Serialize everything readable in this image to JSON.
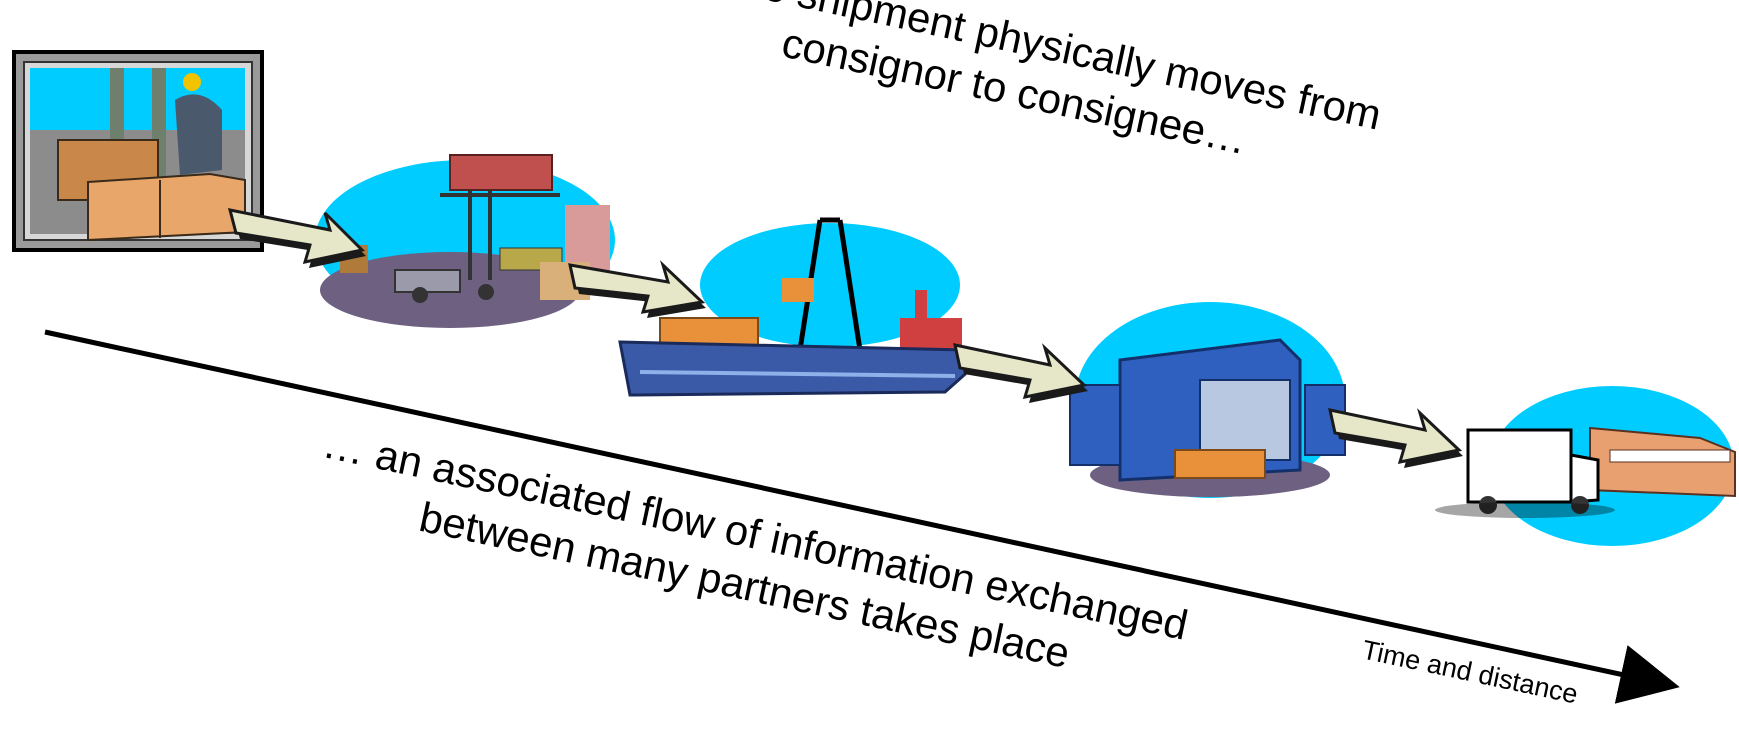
{
  "captions": {
    "top_line1": "As the shipment physically moves from",
    "top_line2": "consignor to consignee…",
    "bottom_line1": "… an associated flow of information exchanged",
    "bottom_line2": "between many partners takes place",
    "axis_label": "Time and distance"
  },
  "stages": [
    {
      "icon": "warehouse-loading-icon"
    },
    {
      "icon": "container-terminal-forklift-icon"
    },
    {
      "icon": "cargo-ship-icon"
    },
    {
      "icon": "distribution-warehouse-icon"
    },
    {
      "icon": "delivery-truck-icon"
    }
  ],
  "colors": {
    "sky": "#00ccff",
    "arrow_fill": "#e6e6c8",
    "arrow_shadow": "#1a1a1a",
    "ground": "#6d6080",
    "ship_hull": "#3a5aa8",
    "warehouse_blue": "#2f5fbf",
    "boxes": "#e8913a"
  }
}
